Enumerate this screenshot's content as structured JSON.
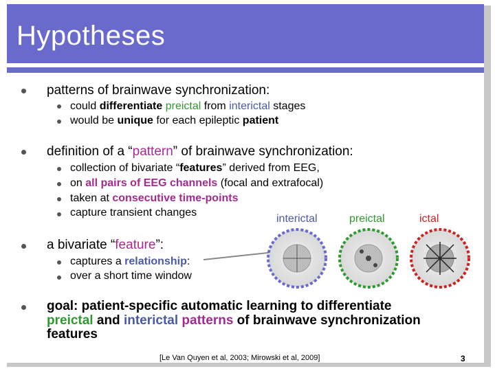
{
  "title": "Hypotheses",
  "bullets": {
    "b1": {
      "text": "patterns of brainwave synchronization:",
      "subs": [
        {
          "a": "could ",
          "b": "differentiate",
          "c": " ",
          "d": "preictal",
          "e": " from ",
          "f": "interictal",
          "g": " stages"
        },
        {
          "a": "would be ",
          "b": "unique",
          "c": " for each epileptic ",
          "d": "patient"
        }
      ]
    },
    "b2": {
      "a": "definition of a “",
      "b": "pattern",
      "c": "” of brainwave synchronization:",
      "subs": [
        {
          "a": "collection of bivariate “",
          "b": "features",
          "c": "” derived from EEG,"
        },
        {
          "a": "on ",
          "b": "all pairs of EEG channels",
          "c": " (focal and extrafocal)"
        },
        {
          "a": "taken at ",
          "b": "consecutive time-points"
        },
        {
          "a": "capture transient changes"
        }
      ]
    },
    "b3": {
      "a": "a bivariate “",
      "b": "feature",
      "c": "”:",
      "subs": [
        {
          "a": "captures a ",
          "b": "relationship",
          "c": ":"
        },
        {
          "a": "over a short time window"
        }
      ]
    },
    "b4": {
      "l1a": "goal: ",
      "l1b": "patient-specific automatic learning to differentiate",
      "l2a": "preictal",
      "l2b": " and ",
      "l2c": "interictal",
      "l2d": " ",
      "l2e": "patterns",
      "l2f": " of brainwave synchronization",
      "l3": "features"
    }
  },
  "diagram_labels": {
    "interictal": "interictal",
    "preictal": "preictal",
    "ictal": "ictal"
  },
  "citation": "[Le Van Quyen et al, 2003; Mirowski et al, 2009]",
  "page_number": "3",
  "colors": {
    "header": "#6a6acc",
    "green": "#2e9a2e",
    "blue": "#4a5aa8",
    "purple": "#a42b8e",
    "ictal": "#cc2222"
  }
}
